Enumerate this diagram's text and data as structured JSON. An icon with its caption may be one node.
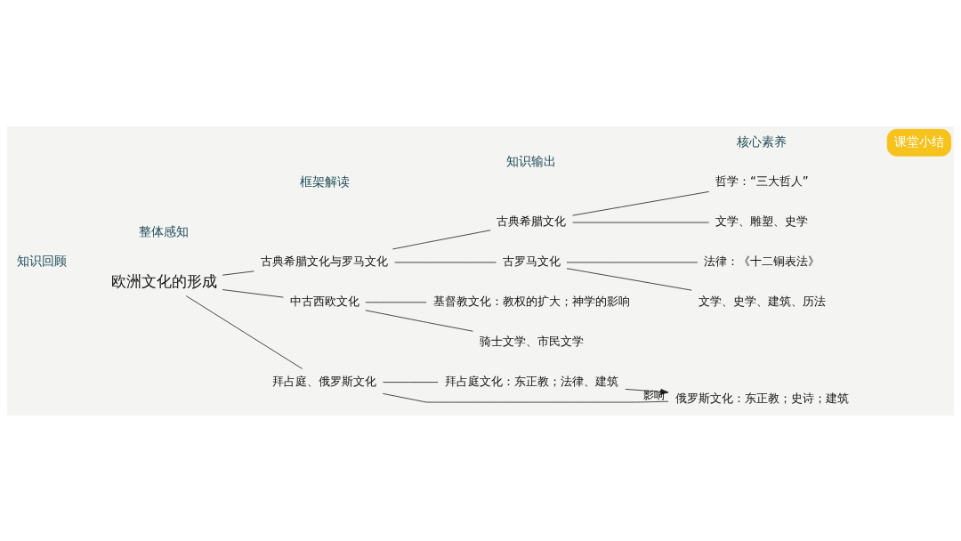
{
  "diagram": {
    "nodes": [
      {
        "text": [
          "欧洲文化的形成"
        ]
      },
      {
        "text": [
          "古典希腊文化与罗马文化"
        ]
      },
      {
        "text": [
          "中古西欧文化"
        ]
      },
      {
        "text": [
          "拜占庭、俄罗斯文化"
        ]
      },
      {
        "text": [
          "古典希腊文化"
        ]
      },
      {
        "text": [
          "古罗马文化"
        ]
      },
      {
        "text": [
          "哲学：“三大哲人”"
        ]
      },
      {
        "text": [
          "文学、雕塑、史学"
        ]
      },
      {
        "text": [
          "法律：《十二铜表法》"
        ]
      },
      {
        "text": [
          "文学、史学、建筑、历法"
        ]
      },
      {
        "text": [
          "基督教文化：教权的扩大；神学的影响"
        ]
      },
      {
        "text": [
          "骑士文学、市民文学"
        ]
      },
      {
        "text": [
          "拜占庭文化：东正教；法律、建筑"
        ]
      },
      {
        "text": [
          "俄罗斯文化：东正教；史诗；建筑"
        ]
      }
    ],
    "edges": [
      {
        "from": 0,
        "to": 1,
        "arrow": "none"
      },
      {
        "from": 0,
        "to": 2,
        "arrow": "none"
      },
      {
        "from": 0,
        "to": 3,
        "arrow": "none"
      },
      {
        "from": 1,
        "to": 4,
        "arrow": "none"
      },
      {
        "from": 1,
        "to": 5,
        "arrow": "none"
      },
      {
        "from": 4,
        "to": 6,
        "arrow": "none"
      },
      {
        "from": 4,
        "to": 7,
        "arrow": "none"
      },
      {
        "from": 5,
        "to": 8,
        "arrow": "none"
      },
      {
        "from": 5,
        "to": 9,
        "arrow": "none"
      },
      {
        "from": 2,
        "to": 10,
        "arrow": "none"
      },
      {
        "from": 2,
        "to": 11,
        "arrow": "none"
      },
      {
        "from": 3,
        "to": 12,
        "arrow": "none"
      },
      {
        "from": 3,
        "to": 13,
        "arrow": "none"
      },
      {
        "from": 12,
        "to": 13,
        "arrow": "to",
        "label": "影响"
      }
    ],
    "labels": [
      "知识回顾",
      "整体感知",
      "框架解读",
      "知识输出",
      "核心素养",
      "课堂小结"
    ]
  }
}
